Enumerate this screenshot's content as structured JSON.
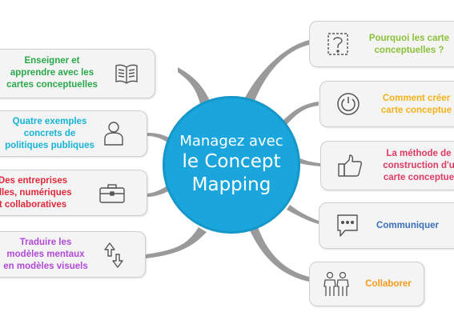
{
  "center": {
    "line1": "Managez avec",
    "line2": "le Concept",
    "line3": "Mapping",
    "color": "#1aa6dc"
  },
  "left_nodes": [
    {
      "lines": [
        "Enseigner et",
        "apprendre avec les",
        "cartes conceptuelles"
      ],
      "color": "#2aa84a",
      "icon": "open-book-icon"
    },
    {
      "lines": [
        "Quatre exemples",
        "concrets de",
        "politiques publiques"
      ],
      "color": "#16b3d6",
      "icon": "person-icon"
    },
    {
      "lines": [
        "Des entreprises",
        "elles, numériques",
        "t collaboratives"
      ],
      "color": "#e0283a",
      "icon": "briefcase-icon"
    },
    {
      "lines": [
        "Traduire les",
        "modèles mentaux",
        "en modèles visuels"
      ],
      "color": "#b04ad6",
      "icon": "swap-arrows-icon"
    }
  ],
  "right_nodes": [
    {
      "lines": [
        "Pourquoi les carte",
        "conceptuelles ?"
      ],
      "color": "#8cc03a",
      "icon": "question-mark-icon"
    },
    {
      "lines": [
        "Comment créer",
        "carte conceptue"
      ],
      "color": "#f3b21b",
      "icon": "power-icon"
    },
    {
      "lines": [
        "La méthode de",
        "construction d'u",
        "carte conceptue"
      ],
      "color": "#dd3a64",
      "icon": "thumbs-up-icon"
    },
    {
      "lines": [
        "Communiquer"
      ],
      "color": "#3a6fb7",
      "icon": "speech-bubble-icon"
    },
    {
      "lines": [
        "Collaborer"
      ],
      "color": "#f39a1b",
      "icon": "people-icon"
    }
  ]
}
